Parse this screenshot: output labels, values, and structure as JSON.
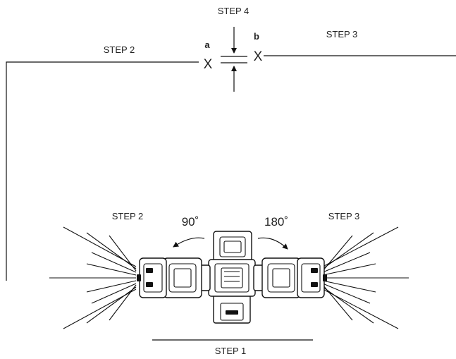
{
  "labels": {
    "step4_top": "STEP 4",
    "step3_top": "STEP 3",
    "step2_top": "STEP 2",
    "step2_bottom": "STEP 2",
    "step3_bottom": "STEP 3",
    "step1": "STEP 1",
    "angle_left": "90˚",
    "angle_right": "180˚",
    "point_a_letter": "a",
    "point_b_letter": "b",
    "point_a_mark": "X",
    "point_b_mark": "X"
  },
  "icons": {
    "laser_device": "laser-level-device-icon",
    "rotate_left": "curved-arrow-left-icon",
    "rotate_right": "curved-arrow-right-icon",
    "down_arrow": "arrow-down-icon",
    "up_arrow": "arrow-up-icon"
  }
}
